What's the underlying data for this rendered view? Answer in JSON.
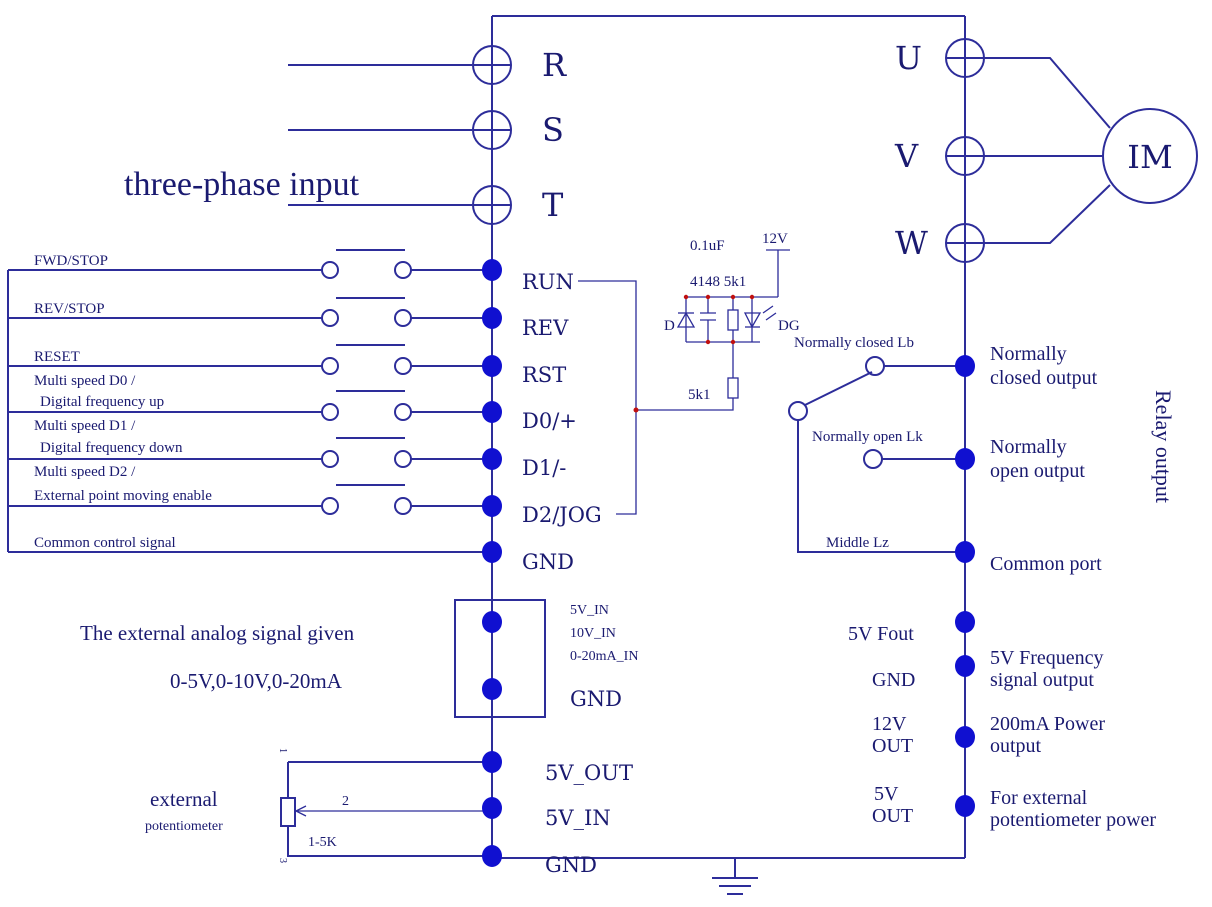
{
  "colors": {
    "line": "#2d2d9a",
    "text": "#1a1a70",
    "terminal_dot": "#1010d0",
    "junction": "#c01010"
  },
  "power_terminals": {
    "r": "R",
    "s": "S",
    "t": "T"
  },
  "input_caption": "three-phase input",
  "output_terminals": {
    "u": "U",
    "v": "V",
    "w": "W"
  },
  "motor_label": "IM",
  "control_terminals": [
    "RUN",
    "REV",
    "RST",
    "D0/+",
    "D1/-",
    "D2/JOG",
    "GND"
  ],
  "switch_labels": {
    "fwd": "FWD/STOP",
    "rev": "REV/STOP",
    "reset": "RESET",
    "d0_line1": "Multi speed D0 /",
    "d0_line2": "Digital frequency  up",
    "d1_line1": "Multi speed D1 /",
    "d1_line2": "Digital frequency  down",
    "d2_line1": "Multi speed D2 /",
    "d2_line2": "External point moving enable",
    "common": "Common control signal"
  },
  "circuit": {
    "cap": "0.1uF",
    "vcc": "12V",
    "parts": "4148 5k1",
    "diode": "D",
    "led": "DG",
    "resistor": "5k1"
  },
  "analog": {
    "caption1": "The external analog signal given",
    "caption2": "0-5V,0-10V,0-20mA",
    "in1": "5V_IN",
    "in2": "10V_IN",
    "in3": "0-20mA_IN",
    "gnd": "GND"
  },
  "pot_terminals": [
    "5V_OUT",
    "5V_IN",
    "GND"
  ],
  "pot": {
    "line1": "external",
    "line2": "potentiometer",
    "value": "1-5K",
    "pin1": "1",
    "pin2": "2",
    "pin3": "3"
  },
  "relay": {
    "title": "Relay output",
    "nc_label": "Normally closed Lb",
    "no_label": "Normally open Lk",
    "mid_label": "Middle Lz",
    "nc_out1": "Normally",
    "nc_out2": "closed output",
    "no_out1": "Normally",
    "no_out2": "open output",
    "common": "Common port"
  },
  "right_terminals": {
    "fout": "5V Fout",
    "gnd": "GND",
    "v12a": "12V",
    "v12b": "OUT",
    "v5a": "5V",
    "v5b": "OUT"
  },
  "right_desc": {
    "freq1": "5V Frequency",
    "freq2": "signal output",
    "pow1": "200mA Power",
    "pow2": "output",
    "ext1": "For external",
    "ext2": "potentiometer power"
  }
}
